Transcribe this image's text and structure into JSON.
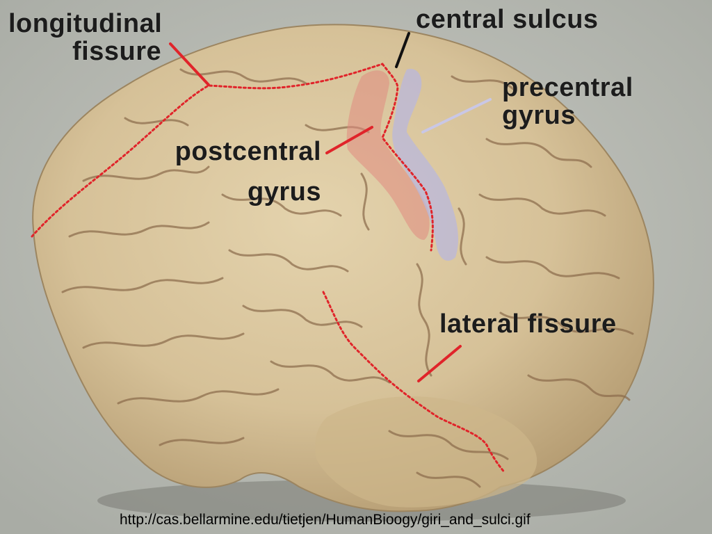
{
  "labels": {
    "longitudinal_fissure": [
      "longitudinal",
      "fissure"
    ],
    "central_sulcus": "central sulcus",
    "precentral_gyrus": [
      "precentral",
      "gyrus"
    ],
    "postcentral_gyrus": [
      "postcentral",
      "gyrus"
    ],
    "lateral_fissure": "lateral fissure"
  },
  "source_url": "http://cas.bellarmine.edu/tietjen/HumanBioogy/giri_and_sulci.gif",
  "colors": {
    "background": "#b9bcb5",
    "brain": "#d9c6a0",
    "sulcus_shadow": "#8a6a4a",
    "boundary_line": "#e0242a",
    "postcentral_highlight": "#e08a80",
    "precentral_highlight": "#b9b6d8",
    "text": "#1c1c1c"
  }
}
